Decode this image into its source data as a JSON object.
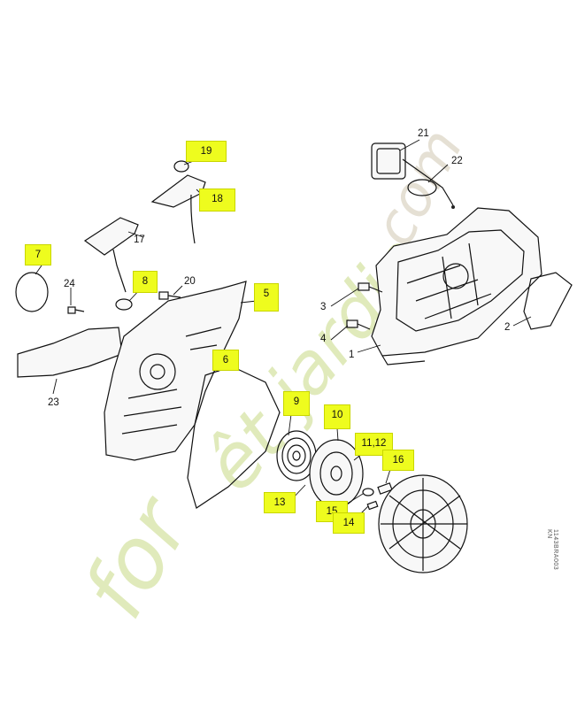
{
  "diagram": {
    "watermark_text": "forêtjardin.com",
    "colors": {
      "highlight": "#eefc1e",
      "watermark_green": "#d8e6b0",
      "watermark_gray": "#ddd6c8",
      "line": "#111111"
    },
    "highlighted_parts": [
      "19",
      "18",
      "7",
      "8",
      "5",
      "6",
      "9",
      "10",
      "11,12",
      "16",
      "13",
      "15",
      "14"
    ],
    "labels": {
      "p1": "1",
      "p2": "2",
      "p3": "3",
      "p4": "4",
      "p5": "5",
      "p6": "6",
      "p7": "7",
      "p8": "8",
      "p9": "9",
      "p10": "10",
      "p11_12": "11,12",
      "p13": "13",
      "p14": "14",
      "p15": "15",
      "p16": "16",
      "p17": "17",
      "p18": "18",
      "p19": "19",
      "p20": "20",
      "p21": "21",
      "p22": "22",
      "p23": "23",
      "p24": "24"
    },
    "reference_code": "1143BRA003 KN"
  }
}
